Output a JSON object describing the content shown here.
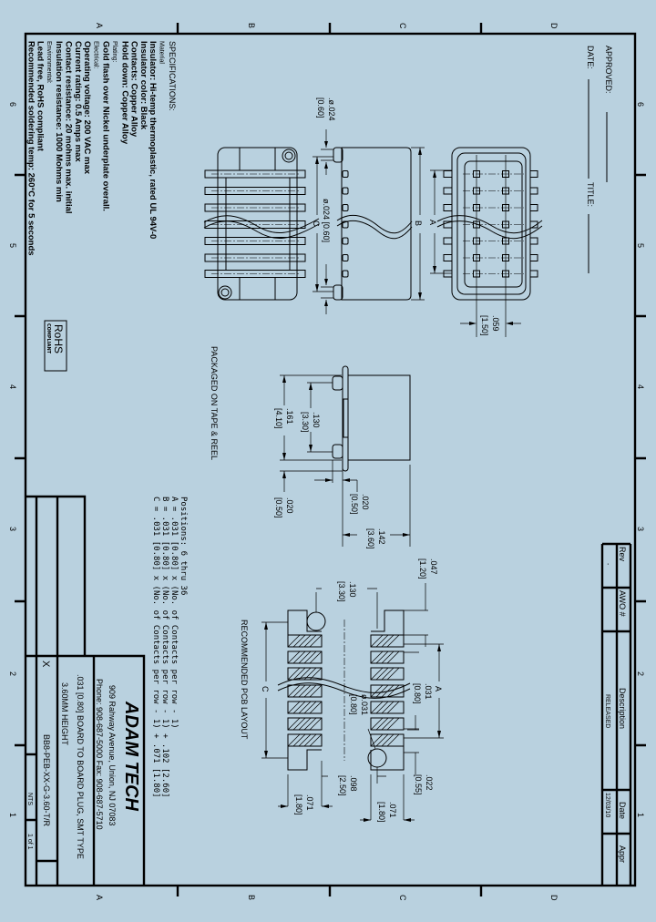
{
  "zones": {
    "letters": [
      "A",
      "B",
      "C",
      "D"
    ],
    "numbers": [
      "6",
      "5",
      "4",
      "3",
      "2",
      "1"
    ]
  },
  "specifications": {
    "heading": "SPECIFICATIONS:",
    "lines": [
      "Material",
      "Insulator: Hi-temp thermoplastic, rated UL 94V-0",
      "Insulator color: Black",
      "Contacts: Copper Alloy",
      "Hold down: Copper Alloy",
      "Plating:",
      "Gold flash over Nickel underplate overall.",
      "Electrical:",
      "Operating voltage: 200 VAC max",
      "Current rating: 0.5 Amps max",
      "Contact resistance: 20 mohms max. initial",
      "Insulation resistance: 1000 Mohms min",
      "Environmental:",
      "Lead free, RoHS compliant",
      "Recommended soldering temp: 260°C for 5 seconds"
    ]
  },
  "approval": {
    "approved_label": "APPROVED:",
    "date_label": "DATE:",
    "title_label": "TITLE:"
  },
  "revision_table": {
    "headers": [
      "Rev",
      "AWO #",
      "Description",
      "Date",
      "Appr"
    ],
    "row": [
      "-",
      "",
      "RELEASED",
      "12/03/10",
      ""
    ]
  },
  "rohs": {
    "main": "RoHS",
    "sub": "COMPLIANT"
  },
  "positions": {
    "title": "Positions: 6 thru 36",
    "formulas": [
      "A = .031 [0.80] x (No. of Contacts per row - 1)",
      "B = .031 [0.80] x (No. of Contacts per row - 1) + .102 [2.60]",
      "C = .031 [0.80] x (No. of Contacts per row - 1) + .071 [1.80]"
    ]
  },
  "title_block": {
    "company": "ADAM TECH",
    "address": "909 Rahway Avenue, Union, NJ 07083",
    "phone": "Phone: 908-687-5000 Fax: 908-687-5710",
    "description_1": ".031 [0.80] BOARD TO BOARD PLUG, SMT TYPE",
    "description_2": "3.60MM HEIGHT",
    "tolerance": "X",
    "part_number": "BB8-PEB-XX-G-3.60-T/R",
    "scale": "NTS",
    "sheet": "1 of 1"
  },
  "views": {
    "packaged_note": "PACKAGED ON TAPE & REEL",
    "pcb_layout_label": "RECOMMENDED PCB LAYOUT",
    "labels": {
      "a": "A",
      "b": "B",
      "c": "C"
    },
    "dims": {
      "top_dia": [
        ".ø.024",
        "[0.60]"
      ],
      "side_dia": "ø.024 [0.60]",
      "pitch": [
        ".059",
        "[1.50]"
      ],
      "pkg_130": [
        ".130",
        "[3.30]"
      ],
      "pkg_161": [
        ".161",
        "[4.10]"
      ],
      "pkg_020a": [
        ".020",
        "[0.50]"
      ],
      "pkg_020b": [
        ".020",
        "[0.50]"
      ],
      "pkg_142": [
        ".142",
        "[3.60]"
      ],
      "pcb_047": [
        ".047",
        "[1.20]"
      ],
      "pcb_130": [
        ".130",
        "[3.30]"
      ],
      "pcb_031": [
        ".031",
        "[0.80]"
      ],
      "pcb_dia031": [
        "ø.031",
        "[0.80]"
      ],
      "pcb_022": [
        ".022",
        "[0.55]"
      ],
      "pcb_098": [
        ".098",
        "[2.50]"
      ],
      "pcb_071a": [
        ".071",
        "[1.80]"
      ],
      "pcb_071b": [
        ".071",
        "[1.80]"
      ]
    }
  }
}
